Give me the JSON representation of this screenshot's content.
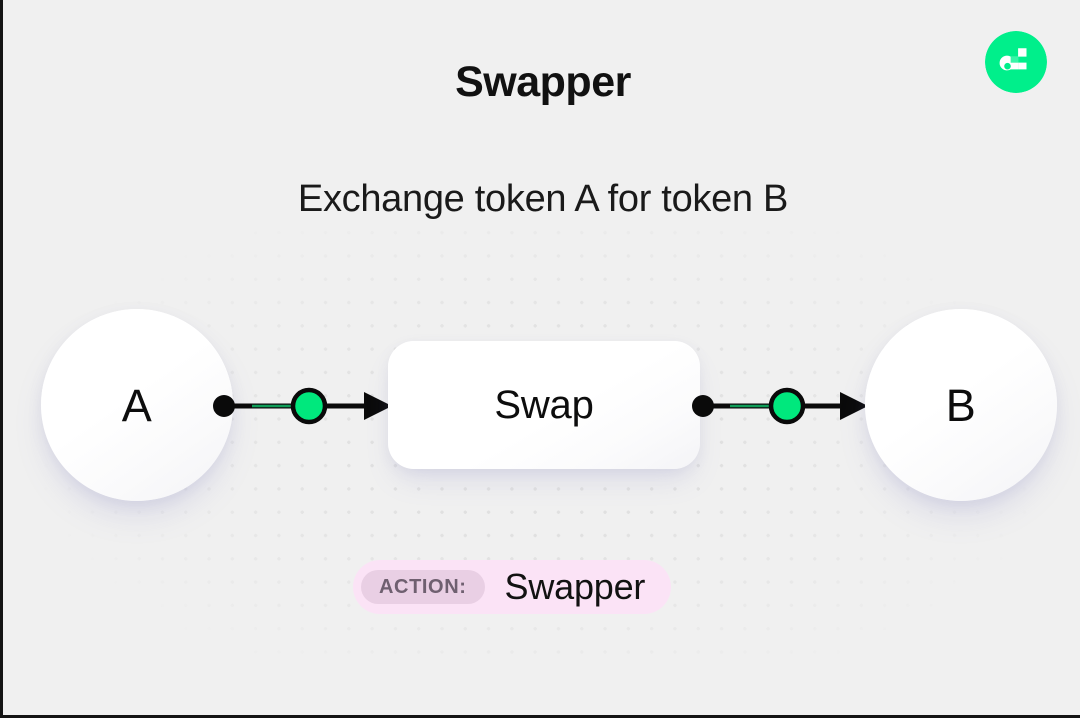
{
  "header": {
    "title": "Swapper",
    "subtitle": "Exchange token A for token B",
    "logo_name": "flow-logo",
    "logo_color": "#00EF8B",
    "logo_accent_color": "#38F5A8"
  },
  "diagram": {
    "type": "flow",
    "nodes": [
      {
        "id": "a",
        "label": "A",
        "shape": "circle"
      },
      {
        "id": "swap",
        "label": "Swap",
        "shape": "rounded-rect"
      },
      {
        "id": "b",
        "label": "B",
        "shape": "circle"
      }
    ],
    "edges": [
      {
        "from": "a",
        "to": "swap",
        "marker": "arrow",
        "handle_color": "#00E87D"
      },
      {
        "from": "swap",
        "to": "b",
        "marker": "arrow",
        "handle_color": "#00E87D"
      }
    ],
    "edge_color": "#0a0a0a",
    "background": "#f0f0f0",
    "grid": "dots"
  },
  "badge": {
    "key": "ACTION:",
    "value": "Swapper",
    "background": "#FBE3F6",
    "key_background": "#E9CFE4",
    "key_color": "#6F6070"
  }
}
